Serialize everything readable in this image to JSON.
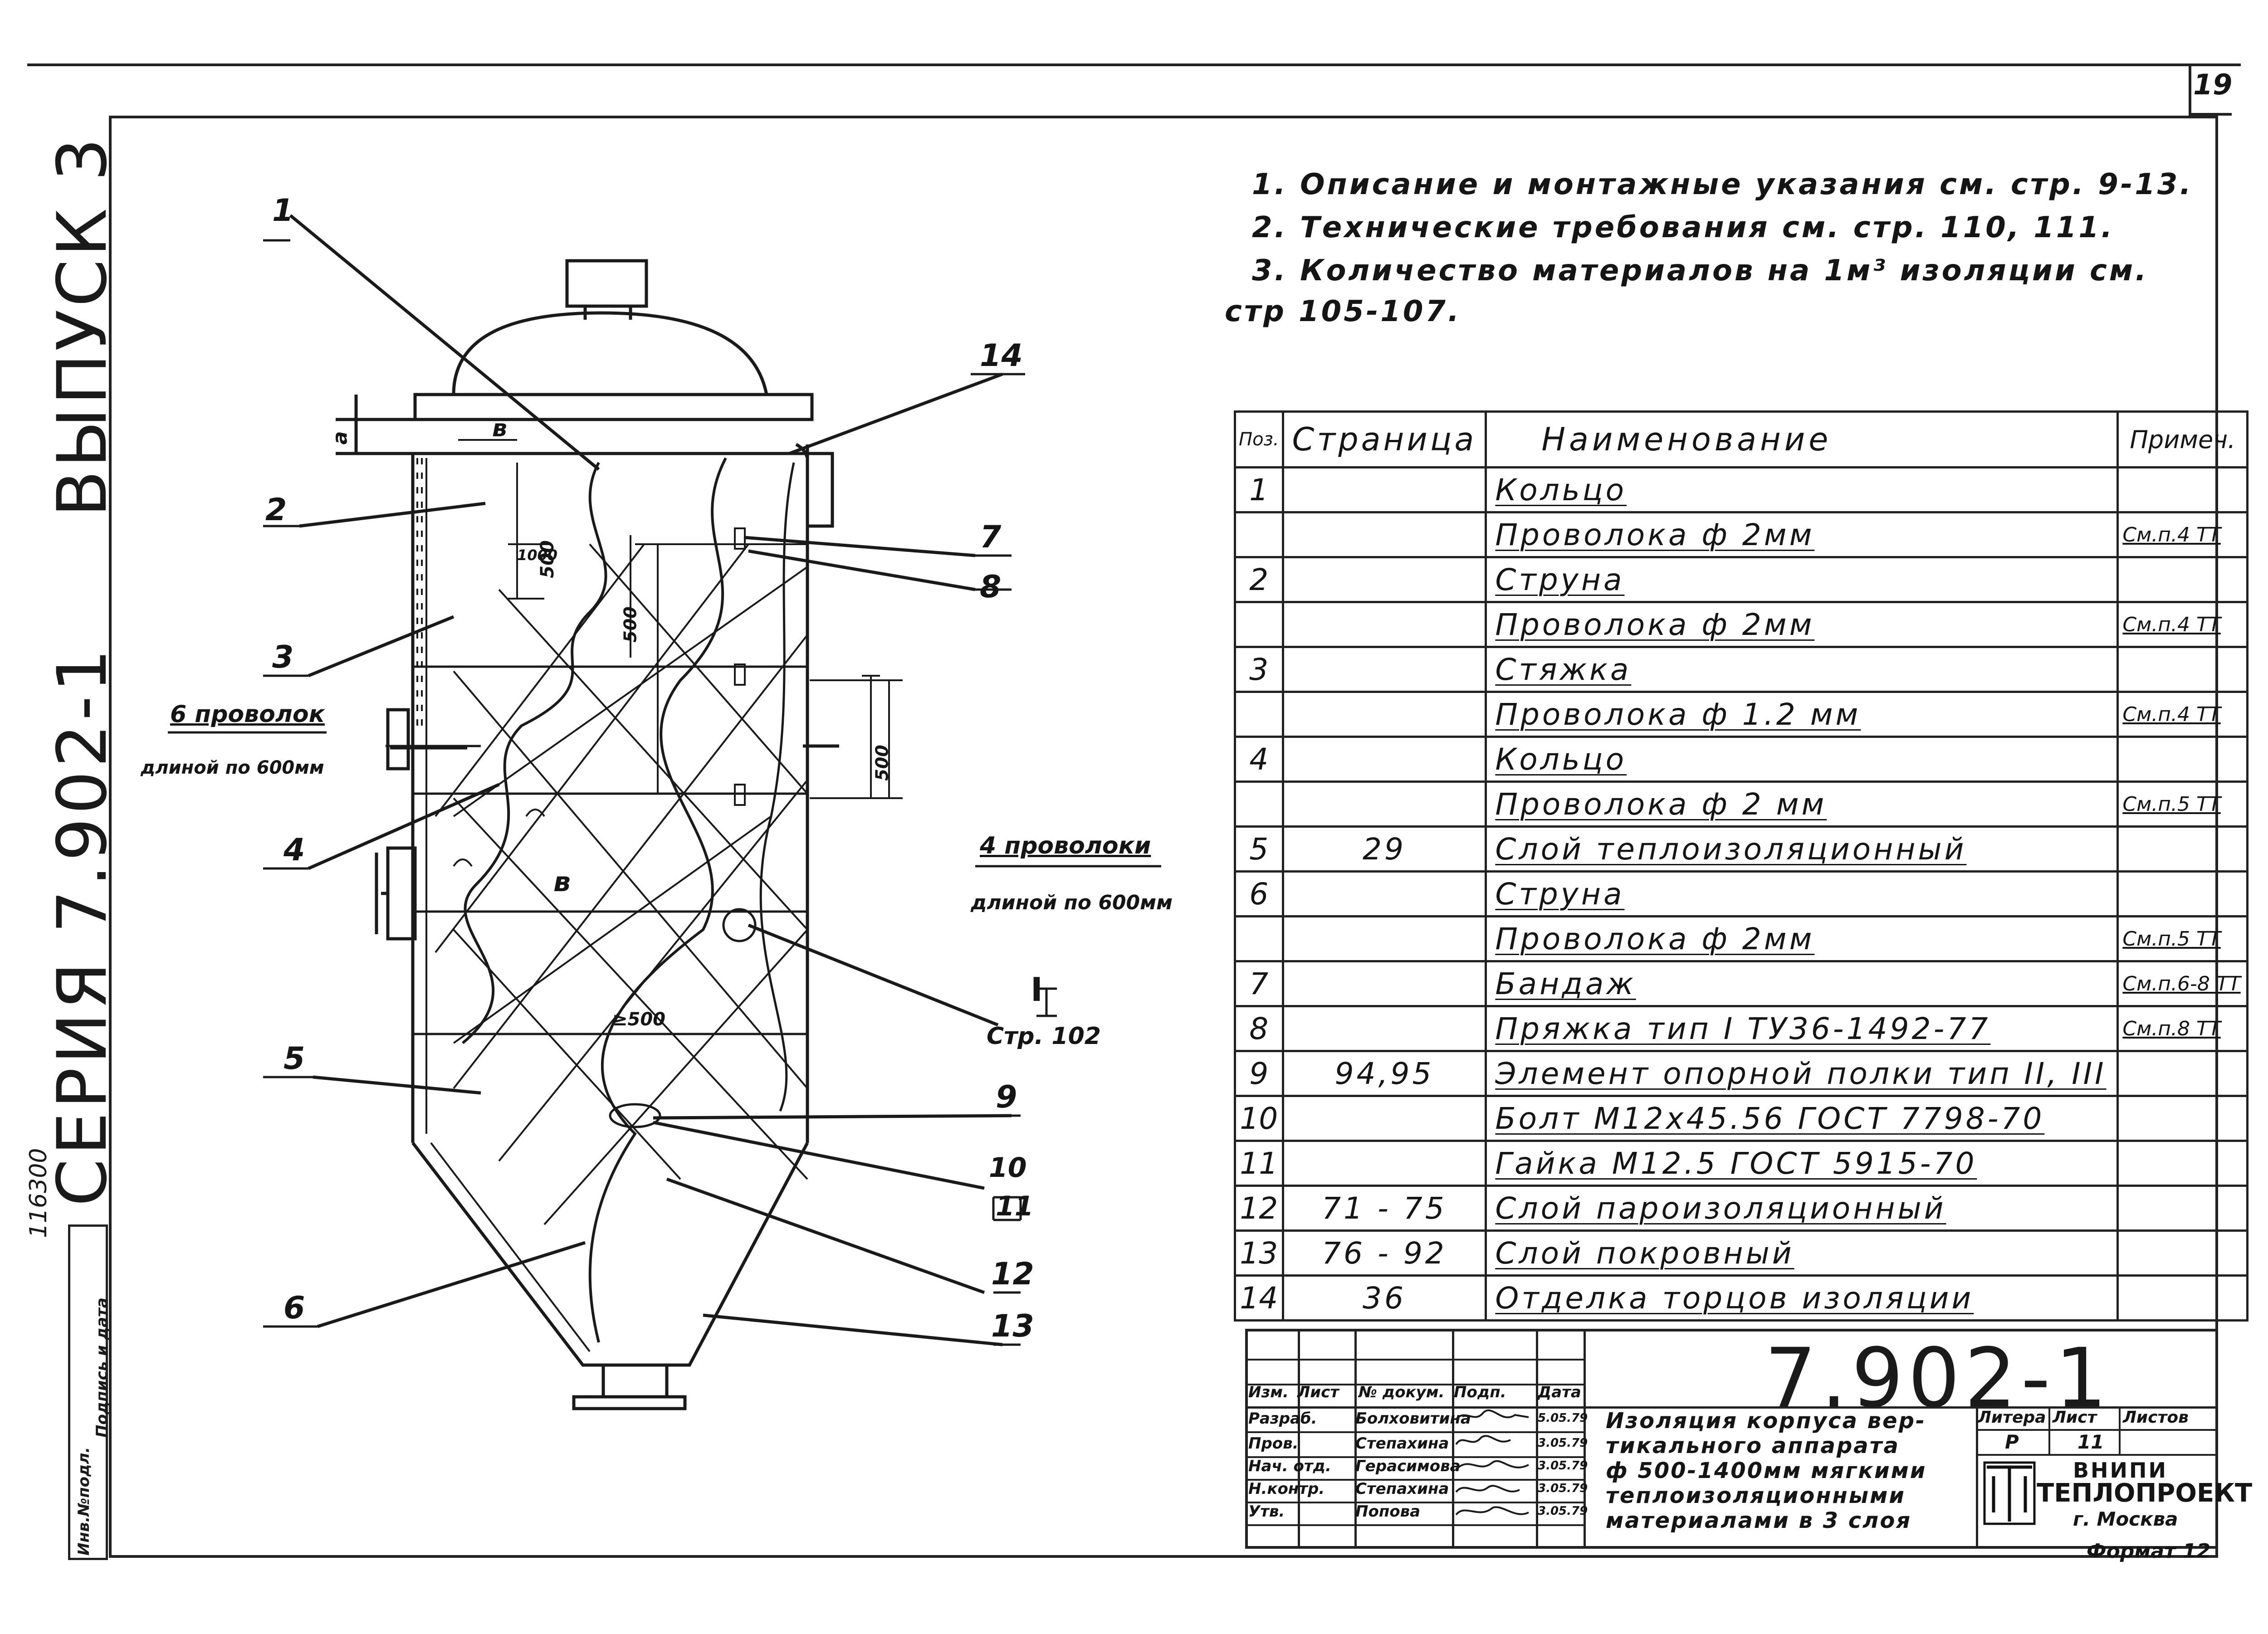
{
  "sheet": {
    "page_number": "19",
    "series": "СЕРИЯ 7.902-1",
    "issue": "ВЫПУСК 3",
    "inventory_code": "116300",
    "stamp_labels": [
      "Инв.№подл.",
      "Подпись и дата"
    ],
    "format": "Формат 12"
  },
  "notes": [
    "1. Описание и монтажные указания см. стр. 9-13.",
    "2. Технические требования см. стр. 110, 111.",
    "3. Количество материалов на 1м³ изоляции см.",
    "стр 105-107."
  ],
  "drawing": {
    "callouts": [
      "1",
      "2",
      "3",
      "4",
      "5",
      "6",
      "7",
      "8",
      "9",
      "10",
      "11",
      "12",
      "13",
      "14"
    ],
    "labels": {
      "six_wires": "6 проволок",
      "six_wires_len": "длиной по 600мм",
      "four_wires": "4 проволоки",
      "four_wires_len": "длиной по 600мм",
      "ref_roman": "I",
      "ref_page": "Стр. 102",
      "dim_a": "а",
      "dim_b1": "в",
      "dim_b2": "в",
      "dim_500_top": "500",
      "dim_1000": "1000",
      "dim_500_mid": "500",
      "dim_500_right": "500",
      "dim_500_low": "≥500"
    }
  },
  "spec_table": {
    "headers": [
      "Поз.",
      "Страница",
      "Наименование",
      "Примеч."
    ],
    "rows": [
      {
        "pos": "1",
        "page": "",
        "name": "Кольцо",
        "note": ""
      },
      {
        "pos": "",
        "page": "",
        "name": "Проволока ф 2мм",
        "note": "См.п.4 ТТ"
      },
      {
        "pos": "2",
        "page": "",
        "name": "Струна",
        "note": ""
      },
      {
        "pos": "",
        "page": "",
        "name": "Проволока ф 2мм",
        "note": "См.п.4 ТТ"
      },
      {
        "pos": "3",
        "page": "",
        "name": "Стяжка",
        "note": ""
      },
      {
        "pos": "",
        "page": "",
        "name": "Проволока ф 1.2 мм",
        "note": "См.п.4 ТТ"
      },
      {
        "pos": "4",
        "page": "",
        "name": "Кольцо",
        "note": ""
      },
      {
        "pos": "",
        "page": "",
        "name": "Проволока ф 2 мм",
        "note": "См.п.5 ТТ"
      },
      {
        "pos": "5",
        "page": "29",
        "name": "Слой теплоизоляционный",
        "note": ""
      },
      {
        "pos": "6",
        "page": "",
        "name": "Струна",
        "note": ""
      },
      {
        "pos": "",
        "page": "",
        "name": "Проволока ф 2мм",
        "note": "См.п.5 ТТ"
      },
      {
        "pos": "7",
        "page": "",
        "name": "Бандаж",
        "note": "См.п.6-8 ТТ"
      },
      {
        "pos": "8",
        "page": "",
        "name": "Пряжка тип I ТУ36-1492-77",
        "note": "См.п.8 ТТ"
      },
      {
        "pos": "9",
        "page": "94,95",
        "name": "Элемент опорной полки тип II, III",
        "note": ""
      },
      {
        "pos": "10",
        "page": "",
        "name": "Болт М12х45.56 ГОСТ 7798-70",
        "note": ""
      },
      {
        "pos": "11",
        "page": "",
        "name": "Гайка М12.5 ГОСТ 5915-70",
        "note": ""
      },
      {
        "pos": "12",
        "page": "71 - 75",
        "name": "Слой пароизоляционный",
        "note": ""
      },
      {
        "pos": "13",
        "page": "76 - 92",
        "name": "Слой покровный",
        "note": ""
      },
      {
        "pos": "14",
        "page": "36",
        "name": "Отделка торцов изоляции",
        "note": ""
      }
    ]
  },
  "title_block": {
    "doc_code": "7.902-1",
    "header_cols": [
      "Изм.",
      "Лист",
      "№ докум.",
      "Подп.",
      "Дата"
    ],
    "roles": [
      {
        "role": "Разраб.",
        "name": "Болховитина",
        "date": "5.05.79"
      },
      {
        "role": "Пров.",
        "name": "Степахина",
        "date": "3.05.79"
      },
      {
        "role": "Нач. отд.",
        "name": "Герасимова",
        "date": "3.05.79"
      },
      {
        "role": "Н.контр.",
        "name": "Степахина",
        "date": "3.05.79"
      },
      {
        "role": "Утв.",
        "name": "Попова",
        "date": "3.05.79"
      }
    ],
    "title_lines": [
      "Изоляция корпуса вер-",
      "тикального аппарата",
      "ф 500-1400мм мягкими",
      "теплоизоляционными",
      "материалами в 3 слоя"
    ],
    "stage_headers": [
      "Литера",
      "Лист",
      "Листов"
    ],
    "stage": "Р",
    "sheet": "11",
    "sheets": "",
    "org_line1": "ВНИПИ",
    "org_line2": "ТЕПЛОПРОЕКТ",
    "org_city": "г. Москва"
  }
}
